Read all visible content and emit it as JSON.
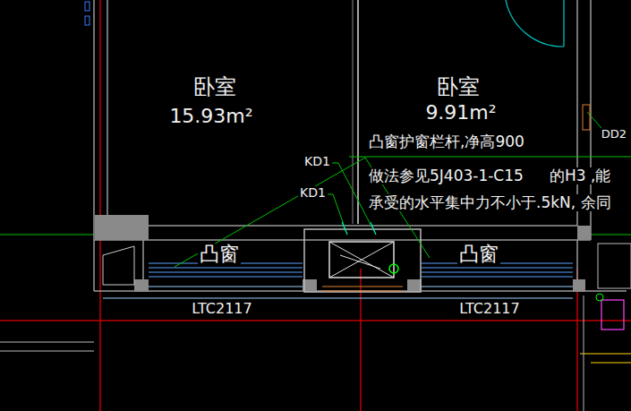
{
  "diagram": {
    "labels": [
      "卧室",
      "15.93m²",
      "卧室",
      "9.91m²",
      "凸窗护窗栏杆,净高900",
      "做法参见5J403-1-C15",
      "的H3 ,能",
      "承受的水平集中力不小于.5kN, 余同",
      "KD1",
      "KD1",
      "DD2",
      "凸窗",
      "凸窗",
      "LTC2117",
      "LTC2117"
    ]
  }
}
